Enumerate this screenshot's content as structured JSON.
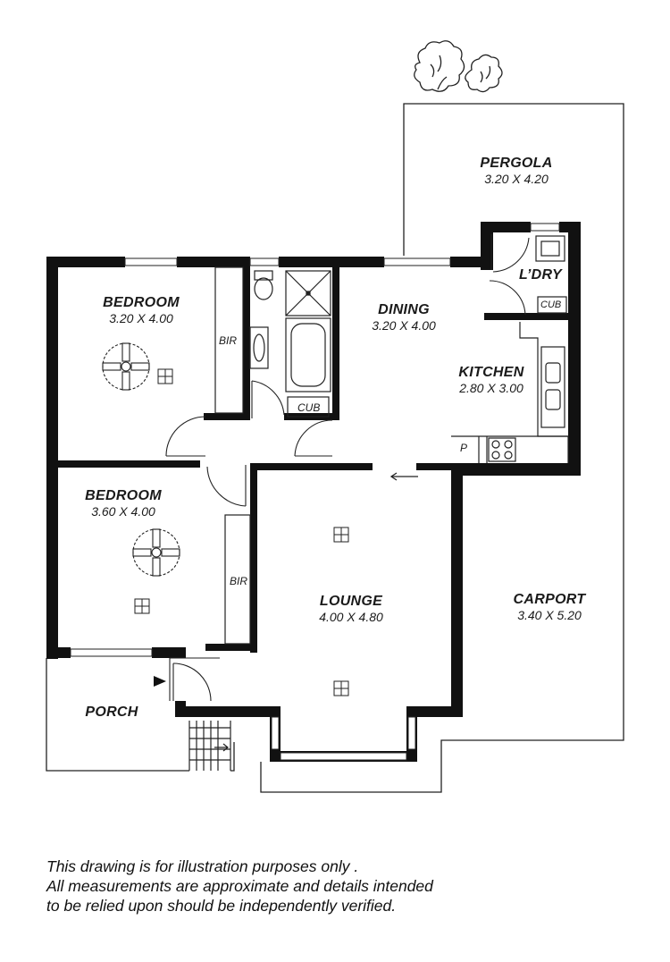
{
  "rooms": {
    "pergola": {
      "name": "PERGOLA",
      "dims": "3.20 X 4.20"
    },
    "laundry": {
      "name": "L’DRY"
    },
    "bedroom1": {
      "name": "BEDROOM",
      "dims": "3.20 X 4.00"
    },
    "dining": {
      "name": "DINING",
      "dims": "3.20 X 4.00"
    },
    "kitchen": {
      "name": "KITCHEN",
      "dims": "2.80 X 3.00"
    },
    "bedroom2": {
      "name": "BEDROOM",
      "dims": "3.60 X 4.00"
    },
    "lounge": {
      "name": "LOUNGE",
      "dims": "4.00 X 4.80"
    },
    "carport": {
      "name": "CARPORT",
      "dims": "3.40 X 5.20"
    },
    "porch": {
      "name": "PORCH"
    }
  },
  "fixtures": {
    "bir_1": "BIR",
    "bir_2": "BIR",
    "cub_bath": "CUB",
    "cub_laundry": "CUB",
    "pantry": "P"
  },
  "disclaimer": {
    "line1": "This drawing is for illustration purposes only .",
    "line2": "All measurements are approximate and details intended",
    "line3": "to be relied upon should be independently verified."
  },
  "colors": {
    "wall": "#111111",
    "line": "#222222",
    "background": "#ffffff"
  },
  "icons": [
    "tree-icon",
    "ceiling-fan-icon",
    "ceiling-light-icon",
    "door-icon",
    "entry-arrow-icon",
    "stove-icon",
    "sink-icon",
    "toilet-icon",
    "shower-icon",
    "bathtub-icon",
    "stairs-icon"
  ]
}
